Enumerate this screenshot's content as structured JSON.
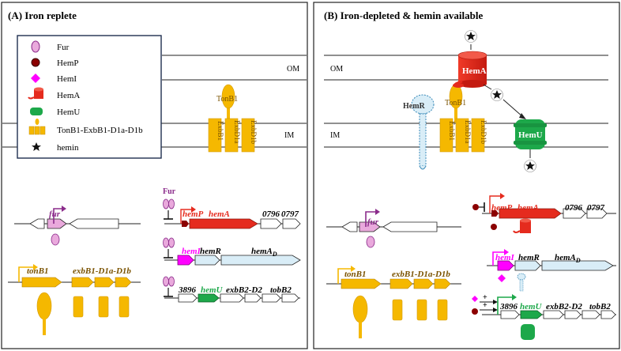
{
  "panel_a": {
    "title": "(A) Iron replete",
    "om": "OM",
    "im": "IM",
    "legend": {
      "fur": "Fur",
      "hemp": "HemP",
      "hemi": "HemI",
      "hema": "HemA",
      "hemu": "HemU",
      "complex": "TonB1-ExbB1-D1a-D1b",
      "hemin": "hemin"
    },
    "tonb1": "TonB1",
    "exbb1": "ExbB1",
    "exbd1a": "ExbD1a",
    "exbd1b": "ExbD1b",
    "fur_label": "Fur",
    "genes": {
      "fur": "fur",
      "hemp": "hemP",
      "hema": "hemA",
      "g0796": "0796",
      "g0797": "0797",
      "hemi": "hemI",
      "hemr": "hemR",
      "hemad": "hemA",
      "hemad_sub": "D",
      "tonb1": "tonB1",
      "exbb1": "exbB1-D1a-D1b",
      "g3896": "3896",
      "hemu": "hemU",
      "exbb2": "exbB2-D2",
      "tobb2": "tobB2"
    }
  },
  "panel_b": {
    "title": "(B) Iron-depleted & hemin available",
    "om": "OM",
    "im": "IM",
    "hema": "HemA",
    "hemr": "HemR",
    "tonb1": "TonB1",
    "exbb1": "ExbB1",
    "exbd1a": "ExbD1a",
    "exbd1b": "ExbD1b",
    "hemu": "HemU",
    "plus1": "+",
    "plus2": "+",
    "genes": {
      "fur": "fur",
      "hemp": "hemP",
      "hema": "hemA",
      "g0796": "0796",
      "g0797": "0797",
      "hemi": "hemI",
      "hemr": "hemR",
      "hemad": "hemA",
      "hemad_sub": "D",
      "tonb1": "tonB1",
      "exbb1": "exbB1-D1a-D1b",
      "g3896": "3896",
      "hemu": "hemU",
      "exbb2": "exbB2-D2",
      "tobb2": "tobB2"
    }
  },
  "colors": {
    "gold": "#F5B800",
    "red": "#E52B1E",
    "pink": "#E9A9DC",
    "magenta": "#FF00FF",
    "green": "#1DA84A",
    "lightblue": "#D9EDF7",
    "purple": "#8B2C8B",
    "darkred": "#8B0000"
  }
}
